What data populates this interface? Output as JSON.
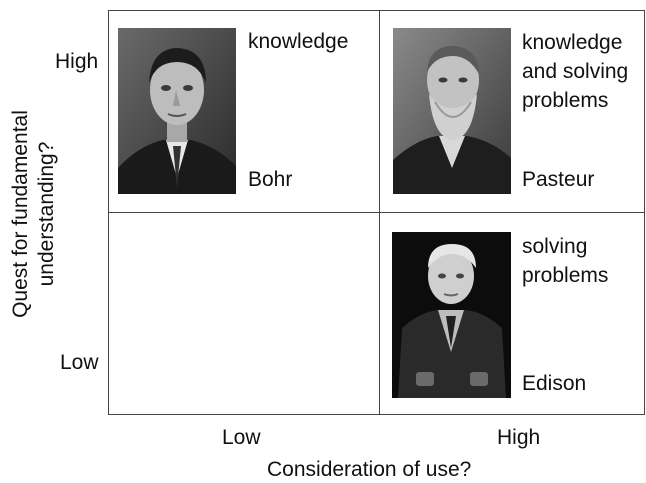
{
  "axes": {
    "y_label_line1": "Quest for fundamental",
    "y_label_line2": "understanding?",
    "x_label": "Consideration of use?",
    "y_high": "High",
    "y_low": "Low",
    "x_low": "Low",
    "x_high": "High"
  },
  "quadrants": {
    "top_left": {
      "caption": "knowledge",
      "name": "Bohr",
      "portrait": "bohr-portrait-photo"
    },
    "top_right": {
      "caption_lines": [
        "knowledge",
        "and solving",
        "problems"
      ],
      "name": "Pasteur",
      "portrait": "pasteur-portrait-photo"
    },
    "bottom_left": {},
    "bottom_right": {
      "caption_lines": [
        "solving",
        "problems"
      ],
      "name": "Edison",
      "portrait": "edison-portrait-photo"
    }
  }
}
